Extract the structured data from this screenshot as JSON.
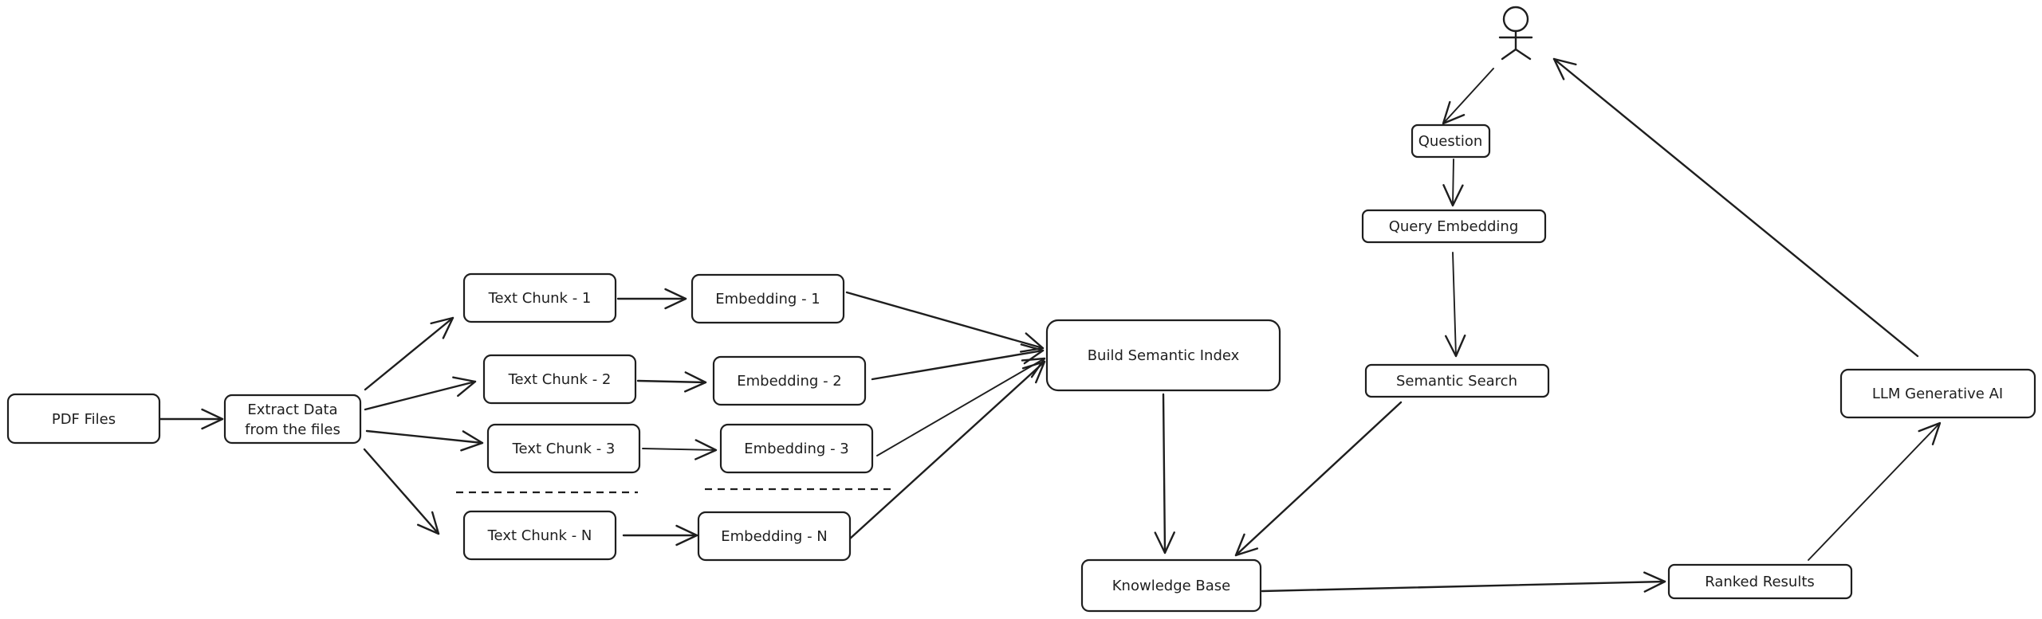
{
  "nodes": {
    "pdf_files": "PDF Files",
    "extract_line1": "Extract Data",
    "extract_line2": "from the files",
    "chunk_1": "Text Chunk - 1",
    "chunk_2": "Text Chunk - 2",
    "chunk_3": "Text Chunk - 3",
    "chunk_n": "Text Chunk - N",
    "embedding_1": "Embedding - 1",
    "embedding_2": "Embedding - 2",
    "embedding_3": "Embedding - 3",
    "embedding_n": "Embedding - N",
    "build_index": "Build Semantic Index",
    "knowledge_base": "Knowledge Base",
    "question": "Question",
    "query_embedding": "Query Embedding",
    "semantic_search": "Semantic Search",
    "ranked_results": "Ranked Results",
    "llm": "LLM Generative AI"
  },
  "colors": {
    "stroke": "#1e1e1e",
    "background": "#ffffff"
  }
}
